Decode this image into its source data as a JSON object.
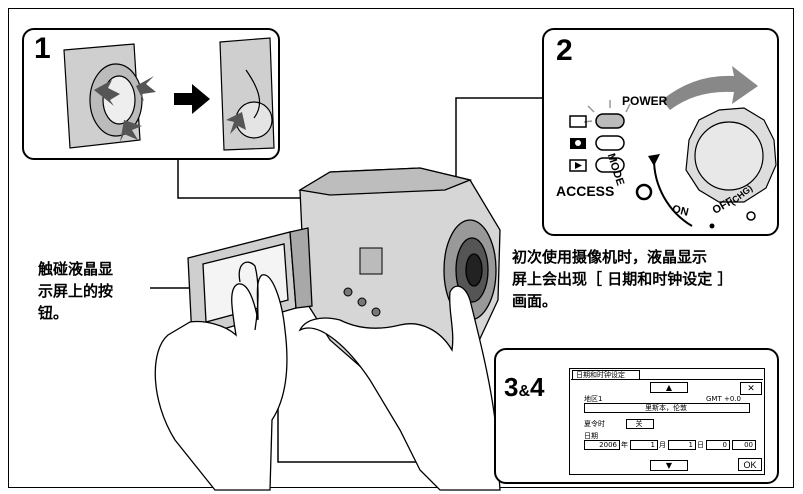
{
  "steps": {
    "one": "1",
    "two": "2",
    "three_four_a": "3",
    "three_four_amp": "&",
    "three_four_b": "4"
  },
  "camera_labels": {
    "power": "POWER",
    "mode": "MODE",
    "access": "ACCESS",
    "on": "ON",
    "off": "OFF",
    "chg": "(CHG)"
  },
  "callouts": {
    "left": [
      "触碰液晶显",
      "示屏上的按",
      "钮。"
    ],
    "right": [
      "初次使用摄像机时，液晶显示",
      "屏上会出现［ 日期和时钟设定 ］",
      "画面。"
    ]
  },
  "screen": {
    "tab_title": "日期和时钟设定",
    "area_label": "地区1",
    "gmt_label": "GMT +0.0",
    "area_value": "里斯本，伦敦",
    "dst_label": "夏令时",
    "dst_value": "关",
    "date_label": "日期",
    "year": "2006",
    "year_unit": "年",
    "month": "1",
    "month_unit": "月",
    "day": "1",
    "day_unit": "日",
    "hour": "0",
    "minute": "00",
    "up_arrow": "▲",
    "down_arrow": "▼",
    "close": "✕",
    "ok": "OK"
  }
}
